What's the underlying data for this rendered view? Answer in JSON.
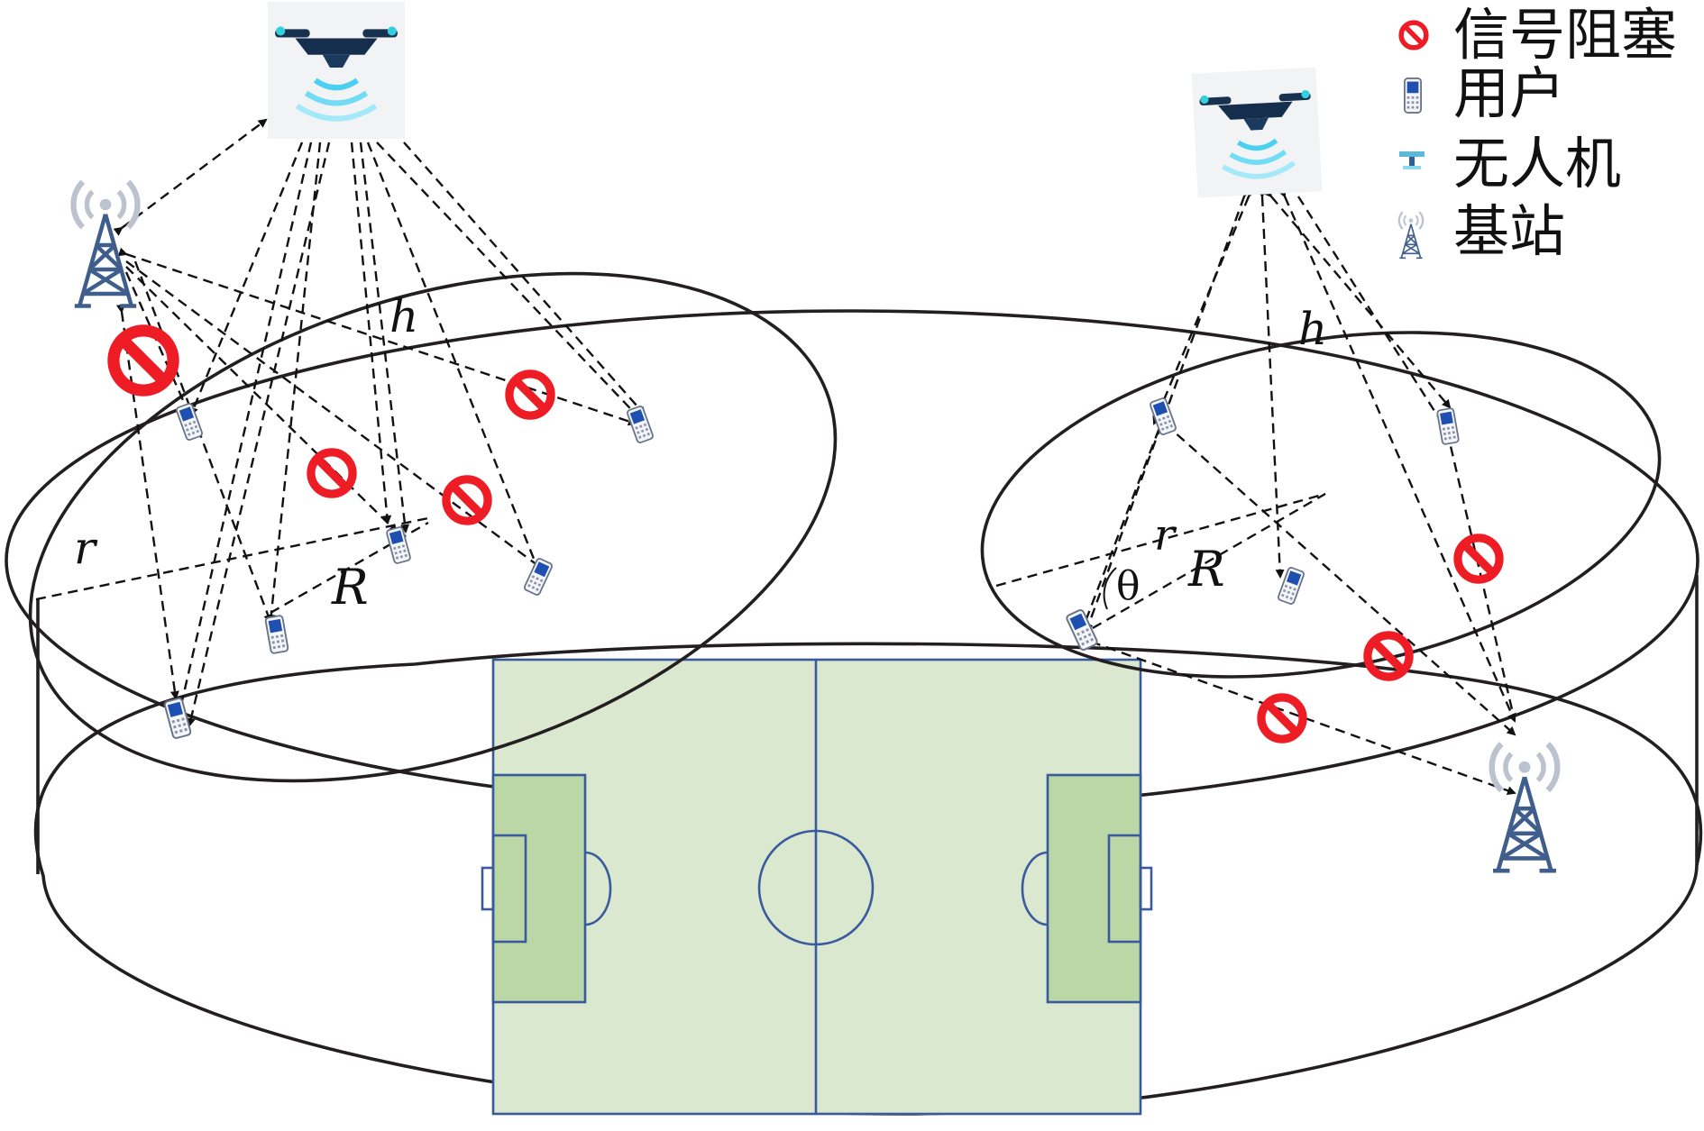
{
  "legend": {
    "items": [
      {
        "icon": "no-signal-icon",
        "label": "信号阻塞"
      },
      {
        "icon": "user-phone-icon",
        "label": "用户"
      },
      {
        "icon": "drone-icon",
        "label": "无人机"
      },
      {
        "icon": "base-station-icon",
        "label": "基站"
      }
    ]
  },
  "labels": {
    "left_h": "h",
    "left_r": "r",
    "left_R": "R",
    "right_h": "h",
    "right_r": "r",
    "right_R": "R",
    "right_theta": "θ"
  },
  "colors": {
    "block": "#ee1c24",
    "field_light": "#d9e8cf",
    "field_dark": "#bcd7a6",
    "field_line": "#3a5a9e",
    "tower": "#3f5e8c"
  }
}
